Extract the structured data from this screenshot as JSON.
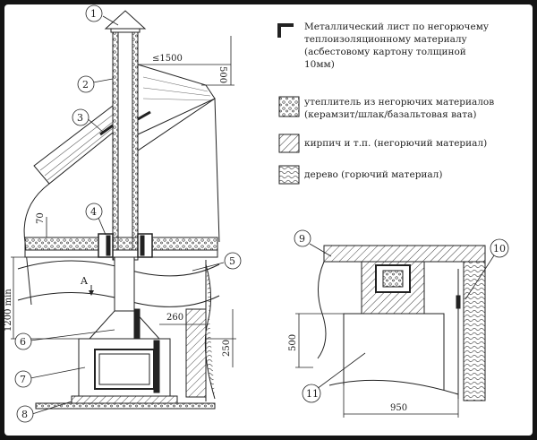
{
  "legend": [
    {
      "swatch": "metal-sheet",
      "lines": [
        "Металлический лист по негорючему",
        "теплоизоляционному материалу",
        "(асбестовому картону толщиной",
        "10мм)"
      ]
    },
    {
      "swatch": "insulation",
      "lines": [
        "утеплитель из негорючих материалов",
        "(керамзит/шлак/базальтовая вата)"
      ]
    },
    {
      "swatch": "brick",
      "lines": [
        "кирпич и т.п. (негорючий материал)"
      ]
    },
    {
      "swatch": "wood",
      "lines": [
        "дерево (горючий материал)"
      ]
    }
  ],
  "callouts": [
    "1",
    "2",
    "3",
    "4",
    "5",
    "6",
    "7",
    "8",
    "9",
    "10",
    "11"
  ],
  "dimensions": {
    "d1500": "≤1500",
    "d500_top": "500",
    "d70": "70",
    "d1200": "1200 min",
    "d260": "260",
    "d250": "250",
    "d500_right": "500",
    "d950": "950"
  },
  "section_mark": "A",
  "colors": {
    "line": "#222222",
    "background": "#141414"
  }
}
